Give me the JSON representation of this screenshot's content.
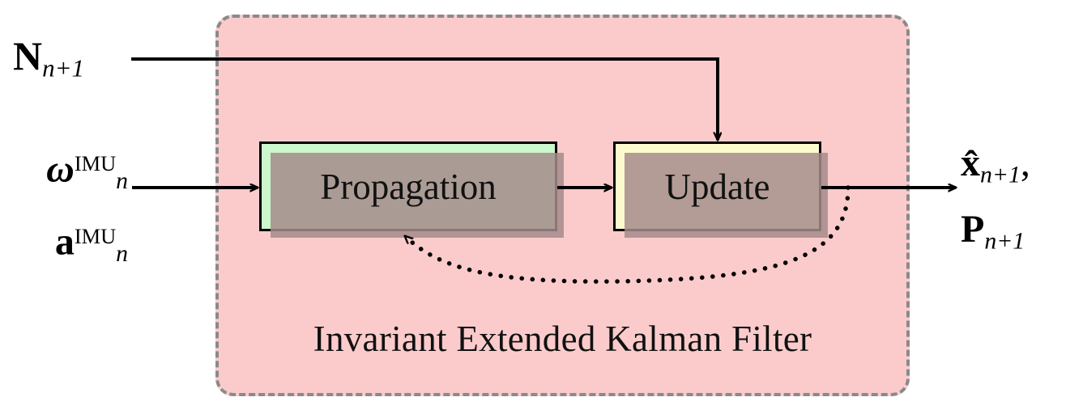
{
  "diagram": {
    "type": "block-diagram",
    "title": "Invariant Extended Kalman Filter",
    "container": {
      "caption": "Invariant Extended Kalman Filter",
      "fill_color": "#fbcbcb",
      "border_color": "#8a8a8a",
      "border_style": "dashed"
    },
    "blocks": [
      {
        "id": "propagation",
        "label": "Propagation",
        "fill_color": "#ccf6cc",
        "border_color": "#000000",
        "shadow_color": "#a58b8b"
      },
      {
        "id": "update",
        "label": "Update",
        "fill_color": "#fcfbcd",
        "border_color": "#000000",
        "shadow_color": "#a58b8b"
      }
    ],
    "inputs": [
      {
        "id": "measurement-noise",
        "base": "N",
        "subscript": "n+1",
        "plain": "N_{n+1}",
        "target": "update"
      },
      {
        "id": "imu-measurements",
        "lines": [
          {
            "base": "ω",
            "superscript": "IMU",
            "subscript": "n",
            "plain": "ω^{IMU}_{n}"
          },
          {
            "base": "a",
            "superscript": "IMU",
            "subscript": "n",
            "plain": "a^{IMU}_{n}"
          }
        ],
        "target": "propagation"
      }
    ],
    "outputs": [
      {
        "id": "state-estimate",
        "lines": [
          {
            "base": "x̂",
            "subscript": "n+1",
            "trailing": ",",
            "plain": "x̂_{n+1},"
          },
          {
            "base": "P",
            "subscript": "n+1",
            "plain": "P_{n+1}"
          }
        ],
        "source": "update"
      }
    ],
    "connections": [
      {
        "id": "imu-to-propagation",
        "from": "imu-measurements",
        "to": "propagation",
        "style": "solid",
        "arrow": true
      },
      {
        "id": "propagation-to-update",
        "from": "propagation",
        "to": "update",
        "style": "solid",
        "arrow": true
      },
      {
        "id": "noise-to-update",
        "from": "measurement-noise",
        "to": "update",
        "style": "solid",
        "arrow": true
      },
      {
        "id": "update-to-output",
        "from": "update",
        "to": "state-estimate",
        "style": "solid",
        "arrow": true
      },
      {
        "id": "feedback-loop",
        "from": "update",
        "to": "propagation",
        "style": "dotted",
        "arrow": true
      }
    ]
  }
}
